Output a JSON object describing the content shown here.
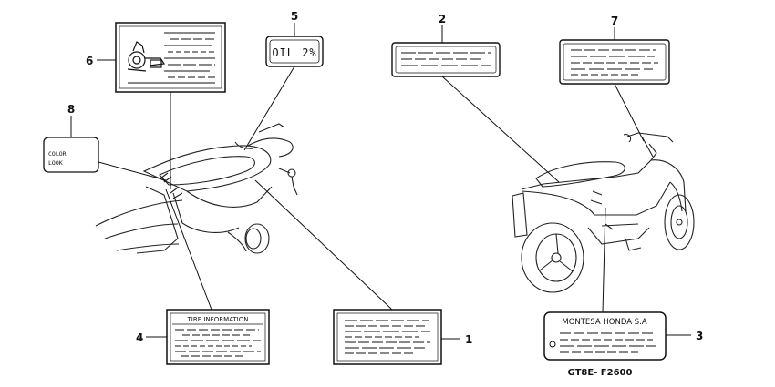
{
  "callouts": {
    "c1": "1",
    "c2": "2",
    "c3": "3",
    "c4": "4",
    "c5": "5",
    "c6": "6",
    "c7": "7",
    "c8": "8"
  },
  "labels": {
    "oil_label": "OIL 2%",
    "color_label_line1": "COLOR",
    "color_label_line2": "LOOK",
    "tire_title": "TIRE INFORMATION",
    "montesa_title": "MONTESA HONDA S.A"
  },
  "figure_code": "GT8E- F2600"
}
